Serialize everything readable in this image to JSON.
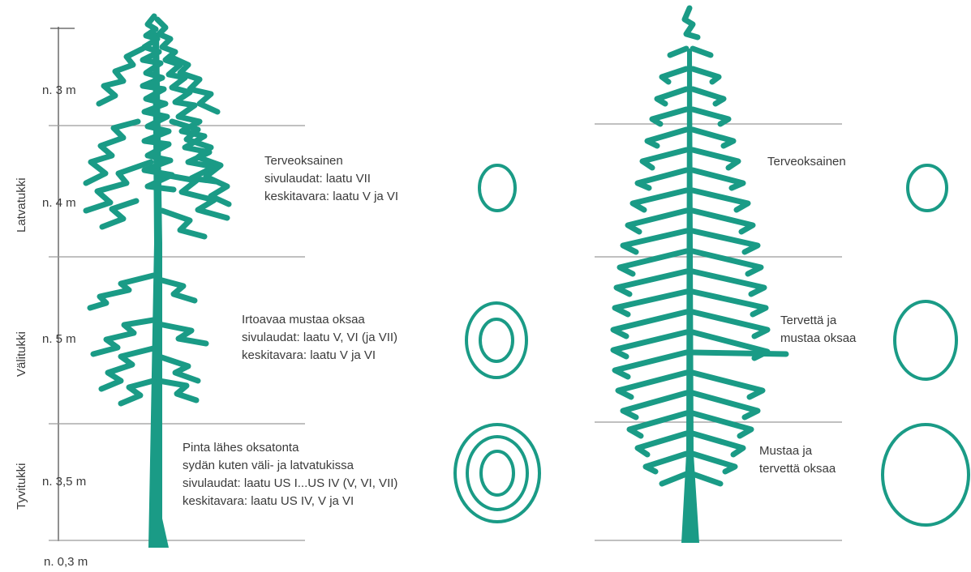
{
  "left": {
    "heights": [
      "n. 3 m",
      "n. 4 m",
      "n. 5 m",
      "n. 3,5 m",
      "n. 0,3 m"
    ],
    "logs": [
      "Latvatukki",
      "Välitukki",
      "Tyvitukki"
    ],
    "descriptions": [
      [
        "Terveoksainen",
        "sivulaudat: laatu VII",
        "keskitavara: laatu V ja VI"
      ],
      [
        "Irtoavaa mustaa oksaa",
        "sivulaudat: laatu V, VI (ja VII)",
        "keskitavara: laatu V ja VI"
      ],
      [
        "Pinta lähes oksatonta",
        "sydän kuten väli- ja latvatukissa",
        "sivulaudat: laatu US I...US IV (V, VI, VII)",
        "keskitavara: laatu US IV, V ja VI"
      ]
    ]
  },
  "right": {
    "descriptions": [
      [
        "Terveoksainen"
      ],
      [
        "Tervettä ja",
        "mustaa oksaa"
      ],
      [
        "Mustaa ja",
        "tervettä oksaa"
      ]
    ]
  },
  "colors": {
    "tree": "#1a9b86",
    "lines": "#9a9a9a",
    "text": "#3a3a3a"
  }
}
